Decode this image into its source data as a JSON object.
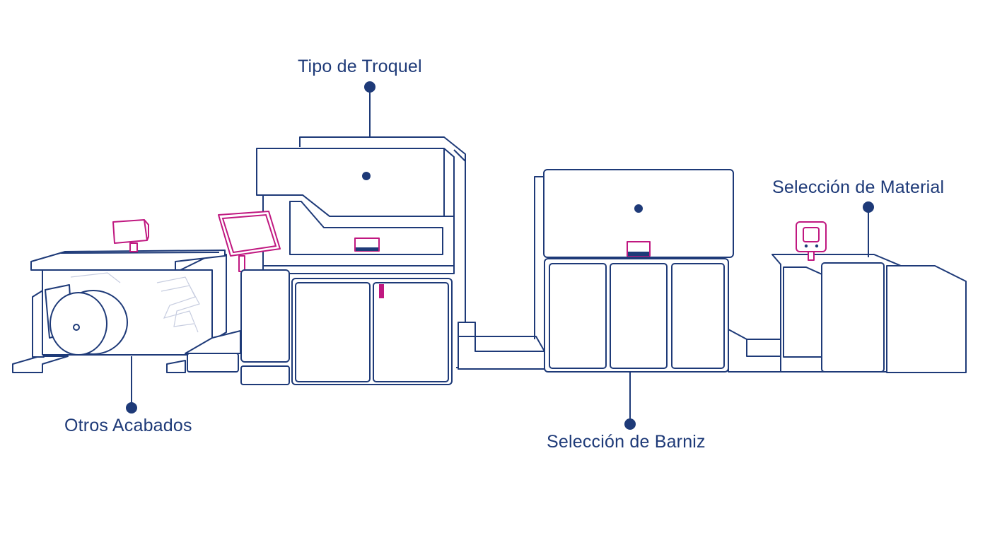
{
  "diagram": {
    "callouts": [
      {
        "id": "tipo-troquel",
        "label": "Tipo de Troquel"
      },
      {
        "id": "seleccion-material",
        "label": "Selección de Material"
      },
      {
        "id": "otros-acabados",
        "label": "Otros Acabados"
      },
      {
        "id": "seleccion-barniz",
        "label": "Selección de Barniz"
      }
    ]
  },
  "colors": {
    "line": "#1e3a78",
    "accent": "#c01880",
    "background": "#ffffff"
  }
}
